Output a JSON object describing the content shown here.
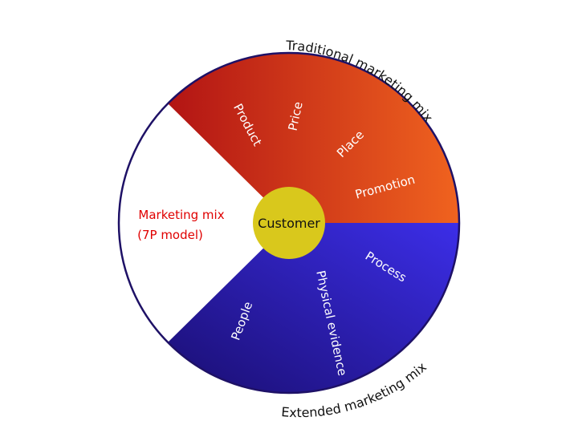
{
  "diagram": {
    "center": {
      "label": "Customer"
    },
    "traditional": {
      "title": "Traditional marketing mix",
      "items": [
        "Product",
        "Price",
        "Place",
        "Promotion"
      ]
    },
    "extended": {
      "title": "Extended marketing mix",
      "items": [
        "Process",
        "Physical evidence",
        "People"
      ]
    },
    "model": {
      "line1": "Marketing mix",
      "line2": "(7P model)"
    }
  },
  "colors": {
    "traditional_light": "#f0631f",
    "traditional_dark": "#b21414",
    "extended_light": "#3c2ee8",
    "extended_dark": "#1a0e72",
    "center_fill": "#d9c81c",
    "model_text": "#e00000",
    "outline": "#1e1166"
  }
}
